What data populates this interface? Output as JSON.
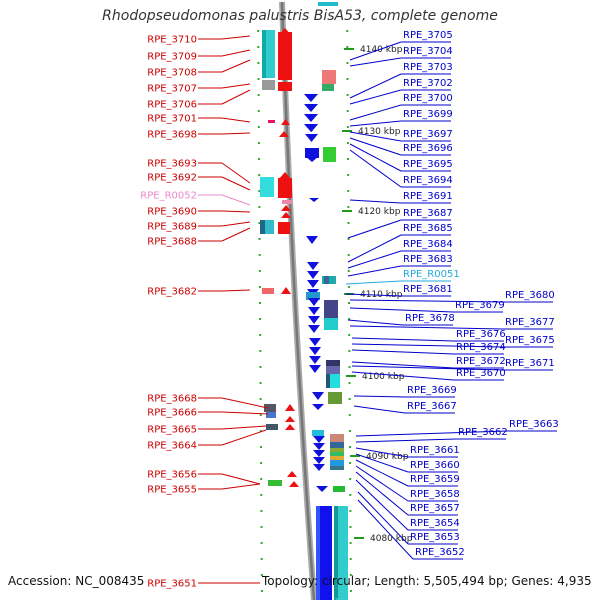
{
  "title": "Rhodopseudomonas palustris BisA53, complete genome",
  "footer": {
    "accession": "Accession: NC_008435",
    "topology": "Topology: circular; Length: 5,505,494 bp; Genes: 4,935"
  },
  "colors": {
    "left_label": "#cc0000",
    "right_label": "#0000cc",
    "rna_left": "#ee88cc",
    "rna_right": "#22aadd",
    "backbone": "#888888",
    "scale_mark": "#229922"
  },
  "scale_labels": [
    "4140 kbp",
    "4130 kbp",
    "4120 kbp",
    "4110 kbp",
    "4100 kbp",
    "4090 kbp",
    "4080 kbp"
  ],
  "left_labels": [
    "RPE_3710",
    "RPE_3709",
    "RPE_3708",
    "RPE_3707",
    "RPE_3706",
    "RPE_3701",
    "RPE_3698",
    "RPE_3693",
    "RPE_3692",
    "RPE_R0052",
    "RPE_3690",
    "RPE_3689",
    "RPE_3688",
    "RPE_3682",
    "RPE_3668",
    "RPE_3666",
    "RPE_3665",
    "RPE_3664",
    "RPE_3656",
    "RPE_3655",
    "RPE_3651"
  ],
  "right_labels": [
    "RPE_3705",
    "RPE_3704",
    "RPE_3703",
    "RPE_3702",
    "RPE_3700",
    "RPE_3699",
    "RPE_3697",
    "RPE_3696",
    "RPE_3695",
    "RPE_3694",
    "RPE_3691",
    "RPE_3687",
    "RPE_3685",
    "RPE_3684",
    "RPE_3683",
    "RPE_R0051",
    "RPE_3681",
    "RPE_3680",
    "RPE_3679",
    "RPE_3678",
    "RPE_3677",
    "RPE_3676",
    "RPE_3675",
    "RPE_3674",
    "RPE_3672",
    "RPE_3671",
    "RPE_3670",
    "RPE_3669",
    "RPE_3667",
    "RPE_3663",
    "RPE_3662",
    "RPE_3661",
    "RPE_3660",
    "RPE_3659",
    "RPE_3658",
    "RPE_3657",
    "RPE_3654",
    "RPE_3653",
    "RPE_3652"
  ]
}
